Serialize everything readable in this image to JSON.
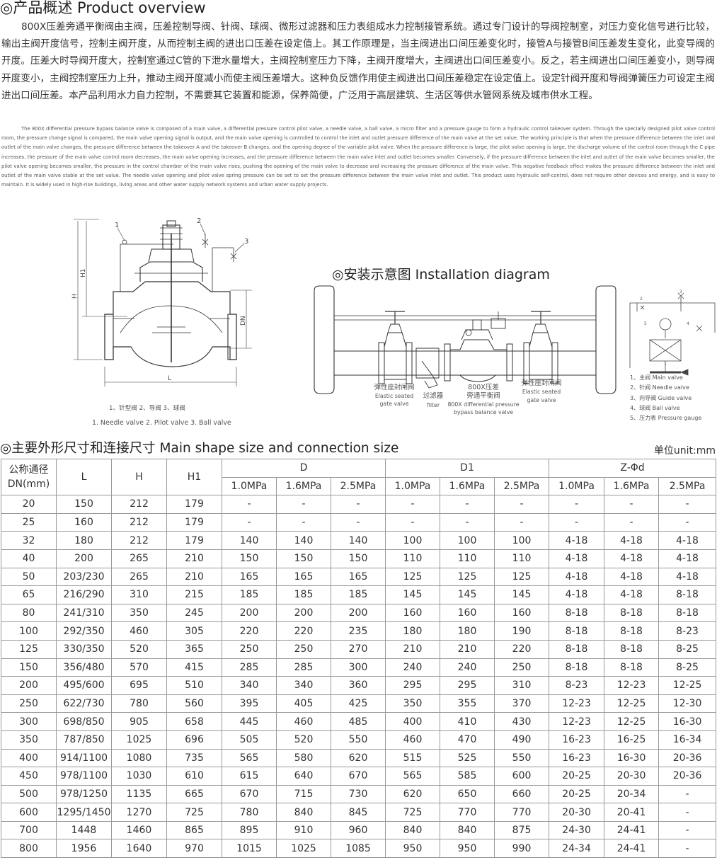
{
  "overview": {
    "title": "◎产品概述 Product overview",
    "paragraph_cn": "800X压差旁通平衡阀由主阀，压差控制导阀、针阀、球阀、微形过滤器和压力表组成水力控制接管系统。通过专门设计的导阀控制室，对压力变化信号进行比较，输出主阀开度信号，控制主阀开度，从而控制主阀的进出口压差在设定值上。其工作原理是，当主阀进出口间压差变化时，接管A与接管B间压差发生变化，此变导阀的开度。压差大时导阀开度大，控制室通过C管的下泄水量增大，主阀控制室压力下降，主阀开度增大，主阀进出口间压差变小。反之，若主阀进出口间压差变小，则导阀开度变小，主阀控制室压力上升，推动主阀开度减小而使主阀压差增大。这种负反馈作用使主阀进出口间压差稳定在设定值上。设定针阀开度和导阀弹簧压力可设定主阀进出口间压差。本产品利用水力自力控制，不需要其它装置和能源，保养简便，广泛用于高层建筑、生活区等供水管网系统及城市供水工程。",
    "paragraph_en": "The 800X differential pressure bypass balance valve is composed of a main valve, a differential pressure control pilot valve, a needle valve, a ball valve, a micro filter and a pressure gauge to form a hydraulic control takeover system. Through the specially designed pilot valve control room, the pressure change signal is compared, the main valve opening signal is output, and the main valve opening is controlled to control the inlet and outlet pressure difference of the main valve at the set value. The working principle is that when the pressure difference between the inlet and outlet of the main valve changes, the pressure difference between the takeover A and the takeover B changes, and the opening degree of the variable pilot valve. When the pressure difference is large, the pilot valve opening is large, the discharge volume of the control room through the C pipe increases, the pressure of the main valve control room decreases, the main valve opening increases, and the pressure difference between the main valve inlet and outlet becomes smaller. Conversely, if the pressure difference between the inlet and outlet of the main valve becomes smaller, the pilot valve opening becomes smaller, the pressure in the control chamber of the main valve rises, pushing the opening of the main valve to decrease and increasing the pressure difference of the main valve. This negative feedback effect makes the pressure difference between the inlet and outlet of the main valve stable at the set value. The needle valve opening and pilot valve spring pressure can be set to set the pressure difference between the main valve inlet and outlet. This product uses hydraulic self-control, does not require other devices and energy, and is easy to maintain. It is widely used in high-rise buildings, living areas and other water supply network systems and urban water supply projects."
  },
  "valve_drawing": {
    "labels": {
      "n1": "1",
      "n2": "2",
      "n3": "3",
      "h1": "H1",
      "h": "H",
      "dn": "DN",
      "l": "L"
    },
    "caption_cn": "1、针型阀    2、导阀    3、球阀",
    "caption_en": "1. Needle valve 2. Pilot valve 3. Ball valve"
  },
  "installation": {
    "title": "◎安装示意图 Installation diagram",
    "gate_valve_left_cn": "弹性座封闸阀",
    "gate_valve_left_en_1": "Elastic seated",
    "gate_valve_left_en_2": "gate valve",
    "filter_cn": "过滤器",
    "filter_en": "filter",
    "center_cn_1": "800X压差",
    "center_cn_2": "旁通平衡阀",
    "center_en_1": "800X differential pressure",
    "center_en_2": "bypass balance valve",
    "gate_valve_right_cn": "弹性座封闸阀",
    "gate_valve_right_en_1": "Elastic seated",
    "gate_valve_right_en_2": "gate valve",
    "schematic_numbers": [
      "1",
      "2",
      "3",
      "4",
      "5"
    ],
    "legend": [
      "1、主阀 Main valve",
      "2、针阀 Needle valve",
      "3、向导阀 Guide valve",
      "4、球阀 Ball valve",
      "5、压力表 Pressure gauge"
    ]
  },
  "dimensions": {
    "title": "◎主要外形尺寸和连接尺寸 Main shape size and connection size",
    "unit": "单位unit:mm",
    "headers": {
      "dn_1": "公称通径",
      "dn_2": "DN(mm)",
      "l": "L",
      "h": "H",
      "h1": "H1",
      "d": "D",
      "d1": "D1",
      "zd": "Z-Φd",
      "p": [
        "1.0MPa",
        "1.6MPa",
        "2.5MPa",
        "1.0MPa",
        "1.6MPa",
        "2.5MPa",
        "1.0MPa",
        "1.6MPa",
        "2.5MPa"
      ]
    },
    "rows": [
      [
        "20",
        "150",
        "212",
        "179",
        "-",
        "-",
        "-",
        "-",
        "-",
        "-",
        "-",
        "-",
        "-"
      ],
      [
        "25",
        "160",
        "212",
        "179",
        "-",
        "-",
        "-",
        "-",
        "-",
        "-",
        "-",
        "-",
        "-"
      ],
      [
        "32",
        "180",
        "212",
        "179",
        "140",
        "140",
        "140",
        "100",
        "100",
        "100",
        "4-18",
        "4-18",
        "4-18"
      ],
      [
        "40",
        "200",
        "265",
        "210",
        "150",
        "150",
        "150",
        "110",
        "110",
        "110",
        "4-18",
        "4-18",
        "4-18"
      ],
      [
        "50",
        "203/230",
        "265",
        "210",
        "165",
        "165",
        "165",
        "125",
        "125",
        "125",
        "4-18",
        "4-18",
        "4-18"
      ],
      [
        "65",
        "216/290",
        "310",
        "215",
        "185",
        "185",
        "185",
        "145",
        "145",
        "145",
        "4-18",
        "4-18",
        "8-18"
      ],
      [
        "80",
        "241/310",
        "350",
        "245",
        "200",
        "200",
        "200",
        "160",
        "160",
        "160",
        "8-18",
        "8-18",
        "8-18"
      ],
      [
        "100",
        "292/350",
        "460",
        "305",
        "220",
        "220",
        "235",
        "180",
        "180",
        "190",
        "8-18",
        "8-18",
        "8-23"
      ],
      [
        "125",
        "330/350",
        "520",
        "365",
        "250",
        "250",
        "270",
        "210",
        "210",
        "220",
        "8-18",
        "8-18",
        "8-25"
      ],
      [
        "150",
        "356/480",
        "570",
        "415",
        "285",
        "285",
        "300",
        "240",
        "240",
        "250",
        "8-18",
        "8-18",
        "8-25"
      ],
      [
        "200",
        "495/600",
        "695",
        "510",
        "340",
        "340",
        "360",
        "295",
        "295",
        "310",
        "8-23",
        "12-23",
        "12-25"
      ],
      [
        "250",
        "622/730",
        "780",
        "560",
        "395",
        "405",
        "425",
        "350",
        "355",
        "370",
        "12-23",
        "12-25",
        "12-30"
      ],
      [
        "300",
        "698/850",
        "905",
        "658",
        "445",
        "460",
        "485",
        "400",
        "410",
        "430",
        "12-23",
        "12-25",
        "16-30"
      ],
      [
        "350",
        "787/850",
        "1025",
        "696",
        "505",
        "520",
        "550",
        "460",
        "470",
        "490",
        "16-23",
        "16-25",
        "16-34"
      ],
      [
        "400",
        "914/1100",
        "1080",
        "735",
        "565",
        "580",
        "620",
        "515",
        "525",
        "550",
        "16-23",
        "16-30",
        "20-36"
      ],
      [
        "450",
        "978/1100",
        "1030",
        "610",
        "615",
        "640",
        "670",
        "565",
        "585",
        "600",
        "20-25",
        "20-30",
        "20-36"
      ],
      [
        "500",
        "978/1250",
        "1135",
        "665",
        "670",
        "715",
        "730",
        "620",
        "650",
        "660",
        "20-25",
        "20-34",
        "-"
      ],
      [
        "600",
        "1295/1450",
        "1270",
        "725",
        "780",
        "840",
        "845",
        "725",
        "770",
        "770",
        "20-30",
        "20-41",
        "-"
      ],
      [
        "700",
        "1448",
        "1460",
        "865",
        "895",
        "910",
        "960",
        "840",
        "840",
        "875",
        "24-30",
        "24-41",
        "-"
      ],
      [
        "800",
        "1956",
        "1640",
        "970",
        "1015",
        "1025",
        "1085",
        "950",
        "950",
        "990",
        "24-34",
        "24-41",
        "-"
      ]
    ]
  }
}
